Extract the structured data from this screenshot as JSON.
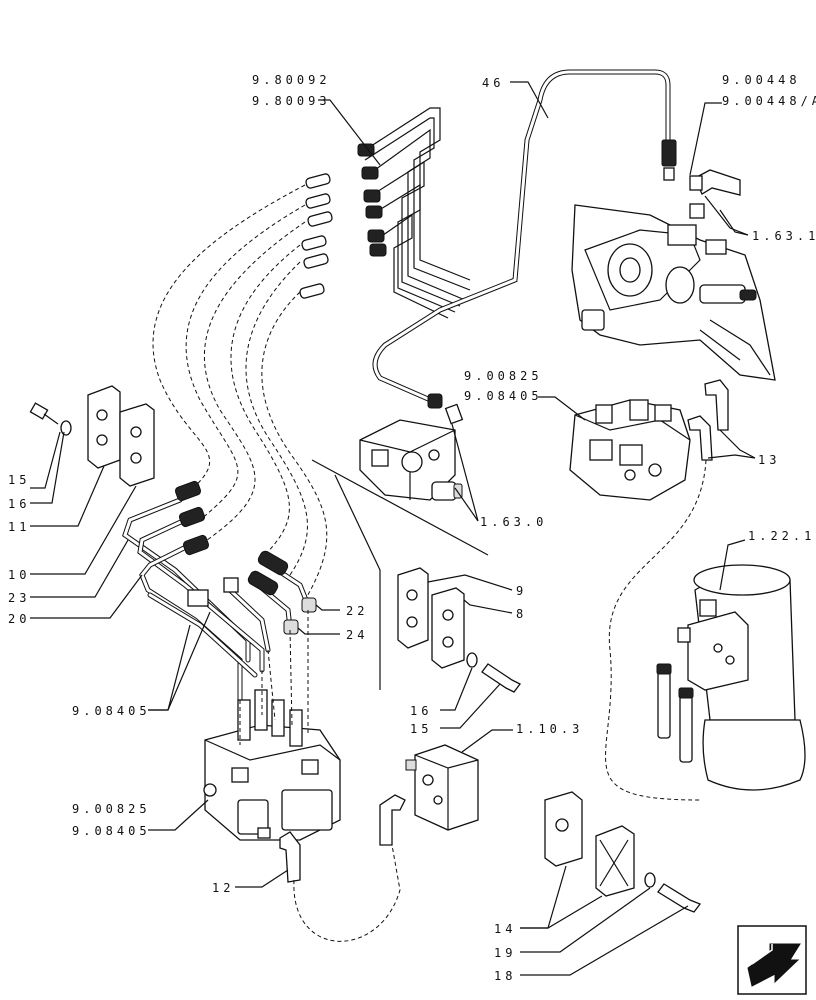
{
  "callouts": {
    "c_980092": "9.80092",
    "c_980093": "9.80093",
    "c_46": "46",
    "c_900448": "9.00448",
    "c_900448a": "9.00448/A",
    "c_1631": "1.63.1",
    "c_900825_top": "9.00825",
    "c_908405_top": "9.08405",
    "c_13": "13",
    "c_15_left": "15",
    "c_16_left": "16",
    "c_11": "11",
    "c_10": "10",
    "c_23": "23",
    "c_20": "20",
    "c_1630": "1.63.0",
    "c_1221": "1.22.1",
    "c_9": "9",
    "c_8": "8",
    "c_22": "22",
    "c_24": "24",
    "c_908405_mid": "9.08405",
    "c_16_mid": "16",
    "c_15_mid": "15",
    "c_1103": "1.10.3",
    "c_900825_bot": "9.00825",
    "c_908405_bot": "9.08405",
    "c_12": "12",
    "c_14": "14",
    "c_19": "19",
    "c_18": "18"
  },
  "icons": {
    "nav": "next-page-arrow-icon"
  }
}
